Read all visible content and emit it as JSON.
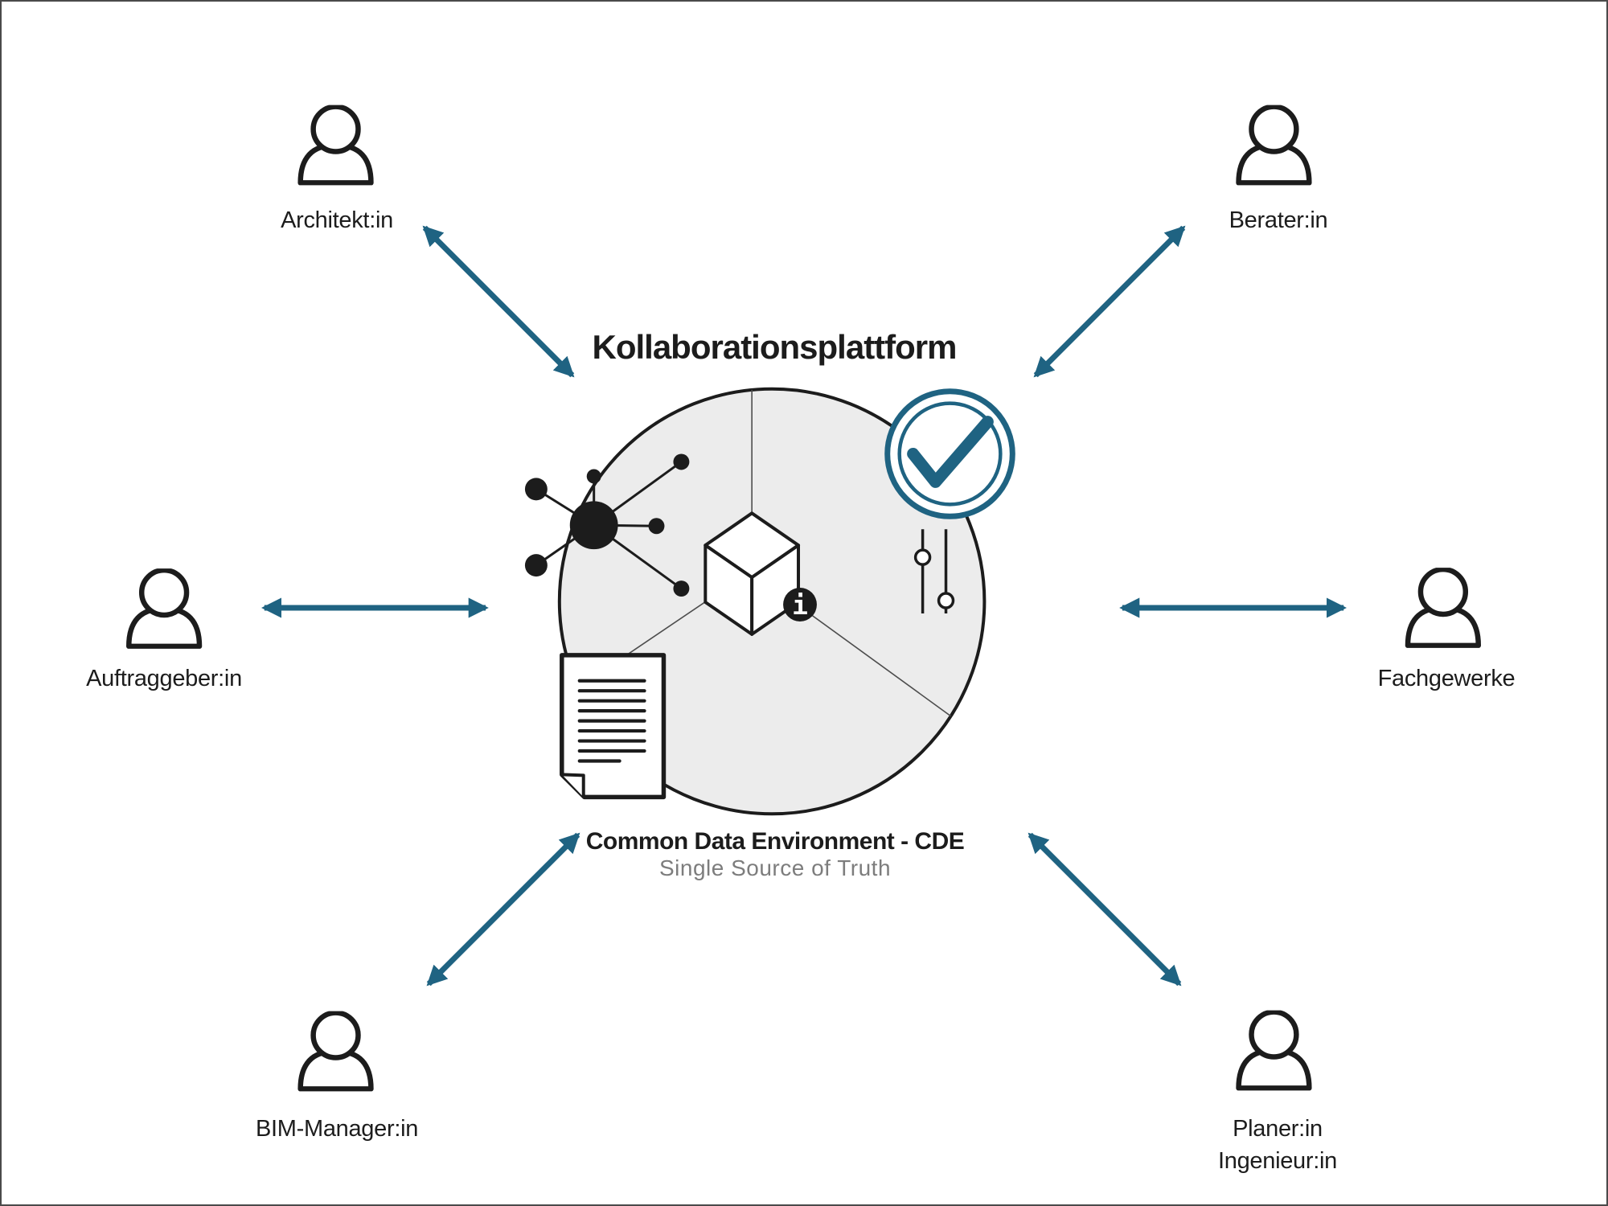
{
  "title": "Kollaborationsplattform",
  "center": {
    "heading": "Common Data Environment - CDE",
    "subheading": "Single Source of Truth"
  },
  "personas": [
    {
      "label": "Architekt:in"
    },
    {
      "label": "Berater:in"
    },
    {
      "label": "Auftraggeber:in"
    },
    {
      "label": "Fachgewerke"
    },
    {
      "label": "BIM-Manager:in"
    },
    {
      "lines": [
        "Planer:in",
        "Ingenieur:in"
      ]
    }
  ],
  "info_icon_glyph": "i",
  "icons": [
    "person-icon",
    "network-icon",
    "model-cube-icon",
    "info-icon",
    "sliders-icon",
    "document-icon",
    "check-badge-icon",
    "double-arrow"
  ],
  "colors": {
    "arrow_accent": "#1f6382",
    "circle_fill": "#ececec",
    "outline_black": "#1c1c1c",
    "subtitle_gray": "#7d7d7d"
  }
}
